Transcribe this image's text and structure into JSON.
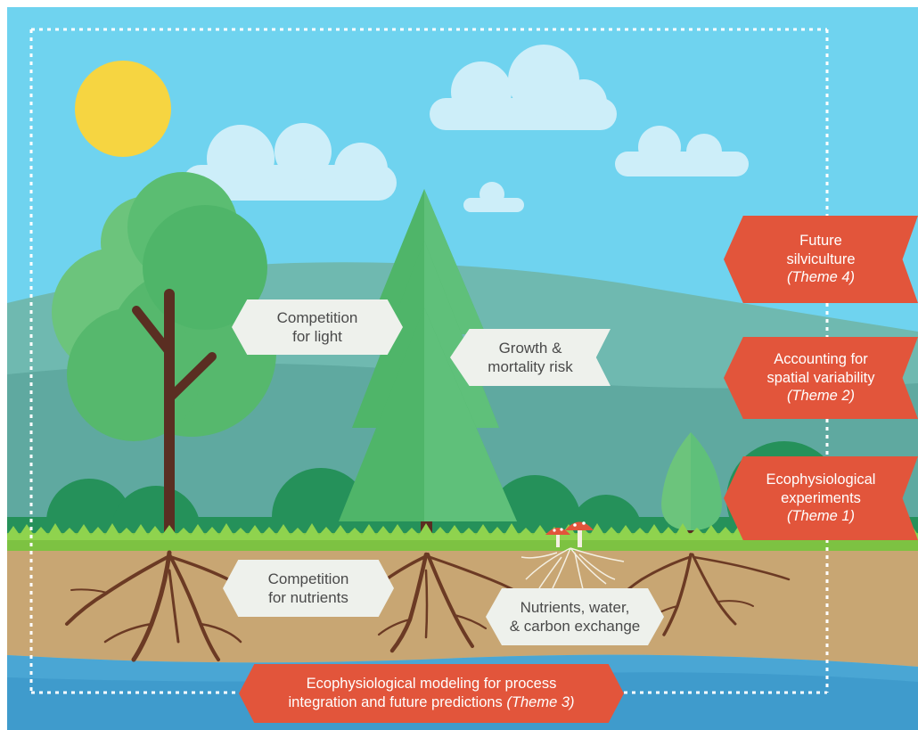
{
  "labels": {
    "competition_light": [
      "Competition",
      "for light"
    ],
    "growth_mortality": [
      "Growth &",
      "mortality risk"
    ],
    "competition_nutrients": [
      "Competition",
      "for nutrients"
    ],
    "nutrients_exchange": [
      "Nutrients, water,",
      "& carbon exchange"
    ]
  },
  "themes": {
    "future_silviculture": {
      "lines": [
        "Future",
        "silviculture"
      ],
      "theme": "(Theme 4)"
    },
    "spatial_variability": {
      "lines": [
        "Accounting for",
        "spatial variability"
      ],
      "theme": "(Theme 2)"
    },
    "ecophys_experiments": {
      "lines": [
        "Ecophysiological",
        "experiments"
      ],
      "theme": "(Theme 1)"
    },
    "ecophys_modeling": {
      "line1": "Ecophysiological modeling for process",
      "line2": "integration and future predictions",
      "theme": "(Theme 3)"
    }
  },
  "colors": {
    "sky": "#6fd3ef",
    "sun": "#f6d541",
    "cloud": "#cdeef9",
    "hill": "#6fb9b0",
    "bushes": "#25915a",
    "tree_light": "#6cc47c",
    "tree_mid": "#4fb569",
    "soil": "#c8a673",
    "roots": "#6b3a24",
    "water": "#4aa6d4",
    "theme_tag": "#e2553b",
    "info_tag": "#eef1ec"
  }
}
